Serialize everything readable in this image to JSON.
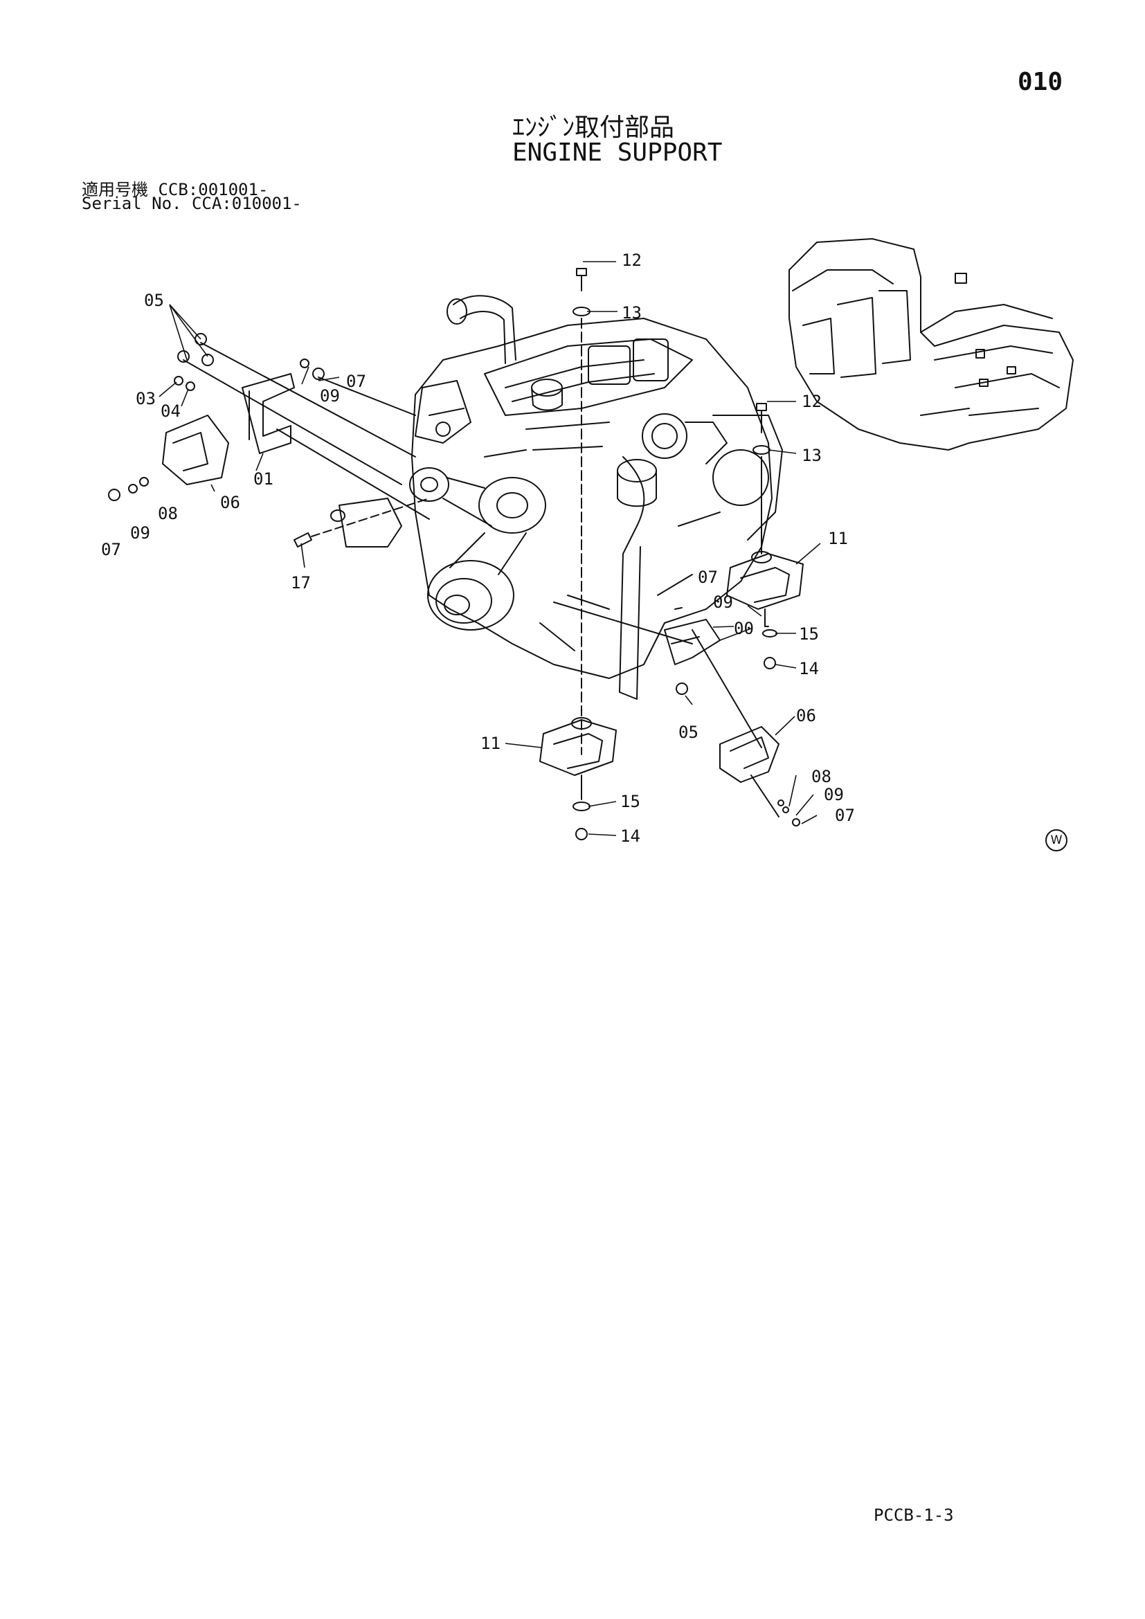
{
  "page_number": "010",
  "title_ja": "ｴﾝｼﾞﾝ取付部品",
  "title_en": "ENGINE SUPPORT",
  "applicability": {
    "line1": "適用号機  CCB:001001-",
    "line2": "Serial No. CCA:010001-"
  },
  "callouts": [
    {
      "id": "c-05a",
      "text": "05"
    },
    {
      "id": "c-03",
      "text": "03"
    },
    {
      "id": "c-04",
      "text": "04"
    },
    {
      "id": "c-07a",
      "text": "07"
    },
    {
      "id": "c-09a",
      "text": "09"
    },
    {
      "id": "c-01",
      "text": "01"
    },
    {
      "id": "c-06a",
      "text": "06"
    },
    {
      "id": "c-08a",
      "text": "08"
    },
    {
      "id": "c-09b",
      "text": "09"
    },
    {
      "id": "c-07b",
      "text": "07"
    },
    {
      "id": "c-17",
      "text": "17"
    },
    {
      "id": "c-12a",
      "text": "12"
    },
    {
      "id": "c-13a",
      "text": "13"
    },
    {
      "id": "c-12b",
      "text": "12"
    },
    {
      "id": "c-13b",
      "text": "13"
    },
    {
      "id": "c-11a",
      "text": "11"
    },
    {
      "id": "c-07c",
      "text": "07"
    },
    {
      "id": "c-09c",
      "text": "09"
    },
    {
      "id": "c-00",
      "text": "00"
    },
    {
      "id": "c-15a",
      "text": "15"
    },
    {
      "id": "c-14a",
      "text": "14"
    },
    {
      "id": "c-05b",
      "text": "05"
    },
    {
      "id": "c-06b",
      "text": "06"
    },
    {
      "id": "c-11b",
      "text": "11"
    },
    {
      "id": "c-15b",
      "text": "15"
    },
    {
      "id": "c-14b",
      "text": "14"
    },
    {
      "id": "c-08b",
      "text": "08"
    },
    {
      "id": "c-09d",
      "text": "09"
    },
    {
      "id": "c-07d",
      "text": "07"
    }
  ],
  "watermark_symbol": "W",
  "footer_code": "PCCB-1-3"
}
